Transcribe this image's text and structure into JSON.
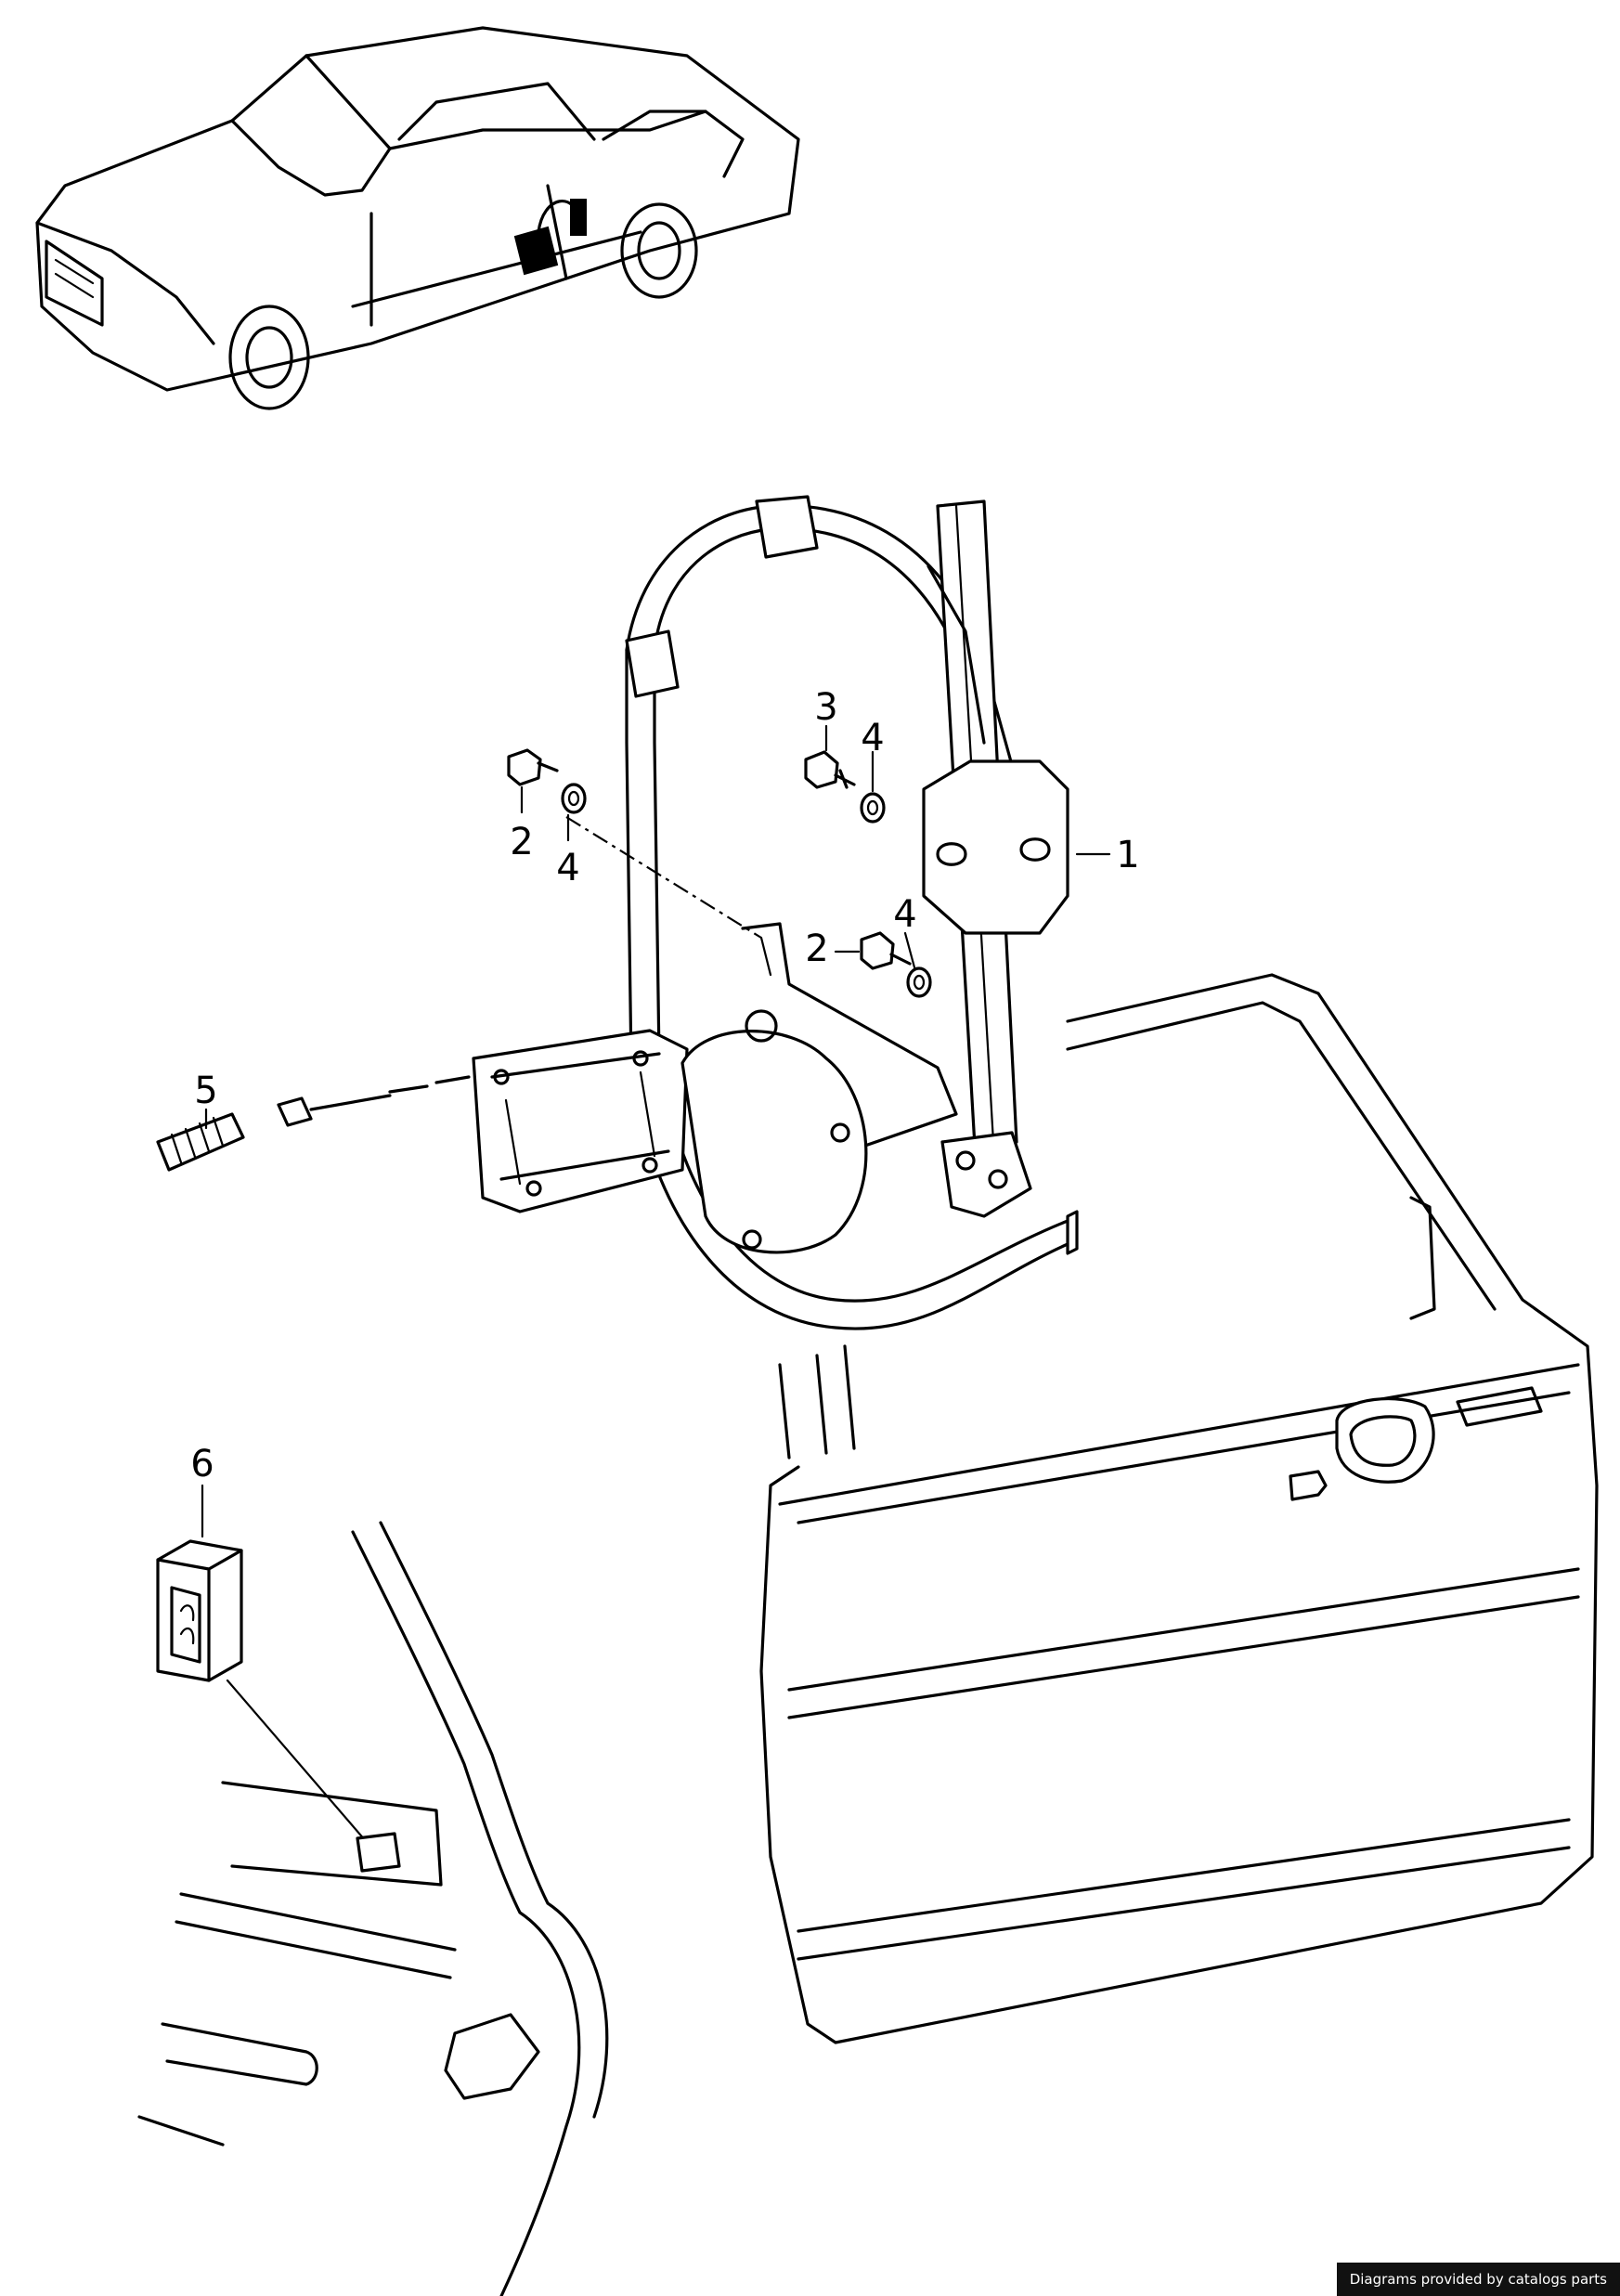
{
  "callouts": [
    "1",
    "2",
    "3",
    "4",
    "5",
    "6"
  ],
  "footer": {
    "credit": "Diagrams provided by catalogs parts"
  }
}
